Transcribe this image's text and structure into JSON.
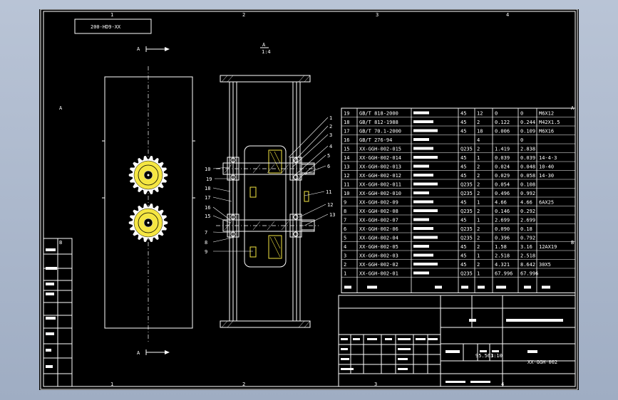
{
  "drawing": {
    "code_box": "200-HD9-XX",
    "section_a_top": "A",
    "section_a_bottom": "A",
    "section_view_label": "A",
    "section_view_scale": "1:4",
    "col_zones": [
      "1",
      "2",
      "3",
      "4"
    ],
    "row_zones": [
      "A",
      "B"
    ]
  },
  "callouts_right": [
    "1",
    "2",
    "3",
    "4",
    "5",
    "6",
    "11",
    "12",
    "13"
  ],
  "callouts_left": [
    "10",
    "19",
    "18",
    "17",
    "16",
    "15",
    "7",
    "8",
    "9"
  ],
  "bom": {
    "rows": [
      [
        "19",
        "GB/T 818-2000",
        "",
        "45",
        "12",
        "0",
        "0",
        "M6X12"
      ],
      [
        "18",
        "GB/T 812-1988",
        "",
        "45",
        "2",
        "0.122",
        "0.244",
        "M42X1.5"
      ],
      [
        "17",
        "GB/T 70.1-2000",
        "",
        "45",
        "18",
        "0.006",
        "0.109",
        "M6X16"
      ],
      [
        "16",
        "GB/T 276-94",
        "",
        "",
        "4",
        "",
        "0",
        ""
      ],
      [
        "15",
        "XX-GGH-002-015",
        "",
        "Q235",
        "2",
        "1.419",
        "2.838",
        ""
      ],
      [
        "14",
        "XX-GGH-002-014",
        "",
        "45",
        "1",
        "0.039",
        "0.039",
        "14-4-3"
      ],
      [
        "13",
        "XX-GGH-002-013",
        "",
        "45",
        "2",
        "0.024",
        "0.048",
        "10-40"
      ],
      [
        "12",
        "XX-GGH-002-012",
        "",
        "45",
        "2",
        "0.029",
        "0.058",
        "14-30"
      ],
      [
        "11",
        "XX-GGH-002-011",
        "",
        "Q235",
        "2",
        "0.054",
        "0.108",
        ""
      ],
      [
        "10",
        "XX-GGH-002-010",
        "",
        "Q235",
        "2",
        "0.496",
        "0.992",
        ""
      ],
      [
        "9",
        "XX-GGH-002-09",
        "",
        "45",
        "1",
        "4.66",
        "4.66",
        "6AX25"
      ],
      [
        "8",
        "XX-GGH-002-08",
        "",
        "Q235",
        "2",
        "0.146",
        "0.292",
        ""
      ],
      [
        "7",
        "XX-GGH-002-07",
        "",
        "45",
        "1",
        "2.699",
        "2.699",
        ""
      ],
      [
        "6",
        "XX-GGH-002-06",
        "",
        "Q235",
        "2",
        "0.090",
        "0.18",
        ""
      ],
      [
        "5",
        "XX-GGH-002-04",
        "",
        "Q235",
        "2",
        "0.396",
        "0.792",
        ""
      ],
      [
        "4",
        "XX-GGH-002-05",
        "",
        "45",
        "2",
        "1.58",
        "3.16",
        "12AX19"
      ],
      [
        "3",
        "XX-GGH-002-03",
        "",
        "45",
        "1",
        "2.518",
        "2.518",
        ""
      ],
      [
        "2",
        "XX-GGH-002-02",
        "",
        "45",
        "2",
        "4.321",
        "8.642",
        "30X5"
      ],
      [
        "1",
        "XX-GGH-002-01",
        "",
        "Q235",
        "1",
        "67.996",
        "67.996",
        ""
      ]
    ]
  },
  "title_block": {
    "scale_value": "95.563",
    "ratio": "1:10",
    "drawing_number": "XX-GGH-002"
  },
  "colors": {
    "background": "#a9b6cc",
    "sheet": "#000000",
    "line": "#ffffff",
    "accent": "#f5e642",
    "gear_fill": "#f5e642"
  }
}
